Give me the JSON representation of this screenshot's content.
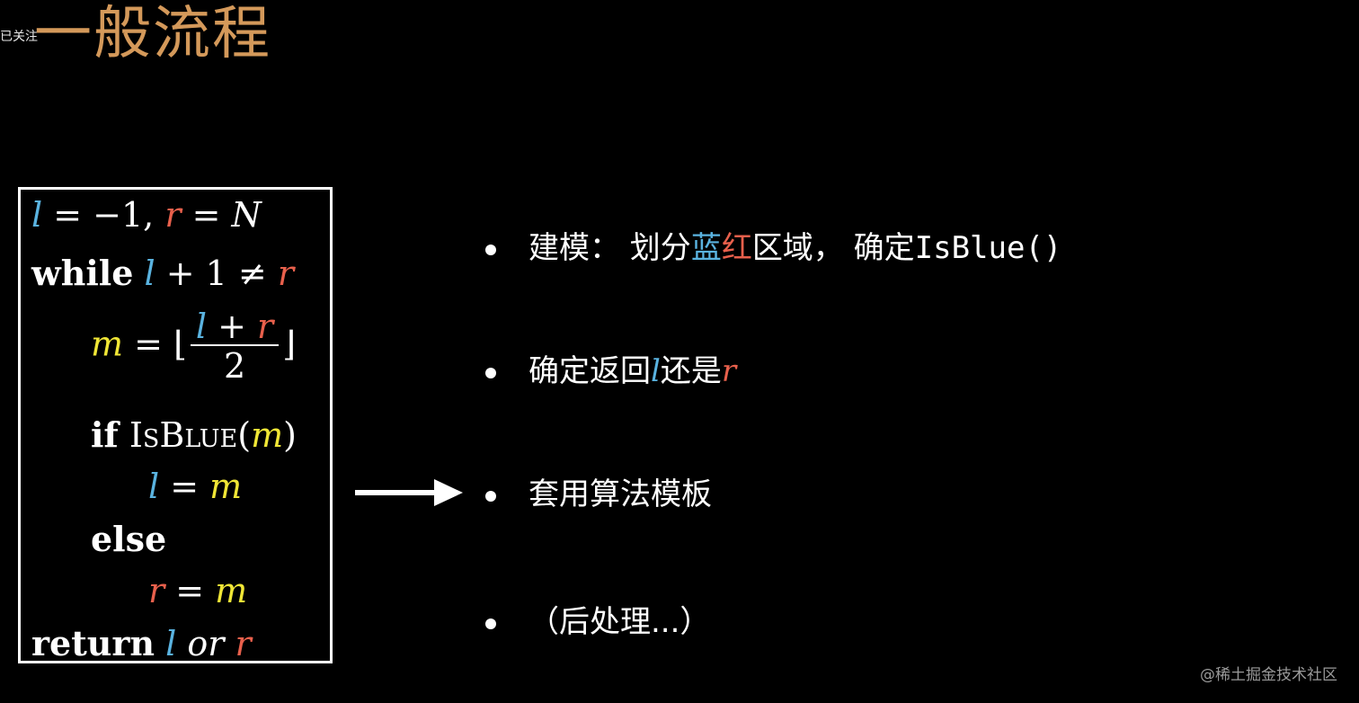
{
  "header": {
    "title": "一般流程",
    "follow_fragment": "已关注"
  },
  "code": {
    "line1": {
      "l": "l",
      "eq1": " = −1, ",
      "r": "r",
      "eq2": " = ",
      "N": "N"
    },
    "line2": {
      "kw": "while",
      "l": "l",
      "mid": " + 1 ≠ ",
      "r": "r"
    },
    "line3": {
      "m": "m",
      "eq": " = ⌊",
      "num_l": "l",
      "num_plus": " + ",
      "num_r": "r",
      "den": "2",
      "close": "⌋"
    },
    "line4": {
      "kw": "if",
      "fn": "IsBlue",
      "open": "(",
      "m": "m",
      "close": ")"
    },
    "line5": {
      "l": "l",
      "eq": " = ",
      "m": "m"
    },
    "line6": {
      "kw": "else"
    },
    "line7": {
      "r": "r",
      "eq": " = ",
      "m": "m"
    },
    "line8": {
      "kw": "return",
      "l": "l",
      "or": " or ",
      "r": "r"
    }
  },
  "bullets": [
    {
      "pre": "建模： 划分",
      "blue": "蓝",
      "red": "红",
      "mid": "区域， 确定",
      "code": "IsBlue()"
    },
    {
      "pre": "确定返回",
      "l": "l",
      "mid": "还是",
      "r": "r"
    },
    {
      "text": "套用算法模板"
    },
    {
      "text": "（后处理...）"
    }
  ],
  "watermark": "@稀土掘金技术社区",
  "colors": {
    "title": "#d4995a",
    "blue": "#5ab3e0",
    "red": "#e8604c",
    "yellow": "#f0e636",
    "background": "#000000"
  }
}
